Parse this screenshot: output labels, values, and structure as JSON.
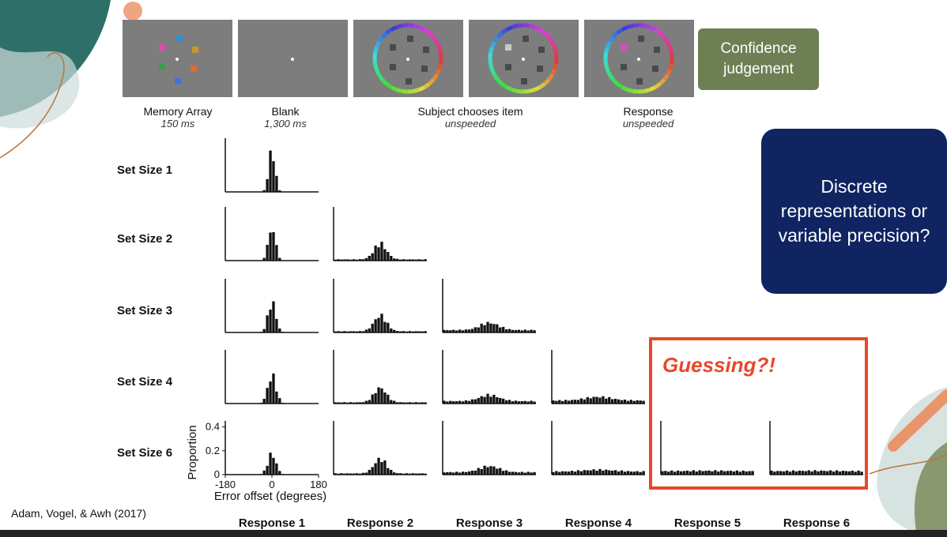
{
  "trial": {
    "frames": [
      {
        "label": "Memory Array",
        "duration": "150 ms"
      },
      {
        "label": "Blank",
        "duration": "1,300 ms"
      },
      {
        "label": "Subject chooses item",
        "duration": "unspeeded"
      },
      {
        "label": "Response",
        "duration": "unspeeded"
      }
    ],
    "stimulus_colors": [
      "#d94bb5",
      "#2f8fcf",
      "#c9962a",
      "#3f9a4f",
      "#e06a2e",
      "#4c6fd6"
    ]
  },
  "confidence_box": {
    "text": "Confidence judgement",
    "color": "#6f7f54"
  },
  "question_box": {
    "text": "Discrete representations or variable precision?",
    "color": "#0f2461"
  },
  "guessing": {
    "text": "Guessing?!",
    "color": "#e8482c"
  },
  "citation": "Adam, Vogel, & Awh (2017)",
  "chart_data": {
    "type": "bar",
    "row_labels": [
      "Set Size 1",
      "Set Size 2",
      "Set Size 3",
      "Set Size 4",
      "Set Size 6"
    ],
    "col_labels": [
      "Response 1",
      "Response 2",
      "Response 3",
      "Response 4",
      "Response 5",
      "Response 6"
    ],
    "xlabel": "Error offset (degrees)",
    "ylabel": "Proportion",
    "x_ticks": [
      "-180",
      "0",
      "180"
    ],
    "y_ticks": [
      "0",
      "0.2",
      "0.4"
    ],
    "xlim": [
      -180,
      180
    ],
    "ylim": [
      0,
      0.45
    ],
    "bin_width_deg": 12,
    "panels": [
      {
        "set_size": 1,
        "response": 1,
        "sd": 12,
        "guess": 0.0,
        "peak": 0.35
      },
      {
        "set_size": 2,
        "response": 1,
        "sd": 14,
        "guess": 0.0,
        "peak": 0.27
      },
      {
        "set_size": 2,
        "response": 2,
        "sd": 24,
        "guess": 0.01,
        "peak": 0.13
      },
      {
        "set_size": 3,
        "response": 1,
        "sd": 15,
        "guess": 0.0,
        "peak": 0.25
      },
      {
        "set_size": 3,
        "response": 2,
        "sd": 24,
        "guess": 0.01,
        "peak": 0.13
      },
      {
        "set_size": 3,
        "response": 3,
        "sd": 36,
        "guess": 0.02,
        "peak": 0.06
      },
      {
        "set_size": 4,
        "response": 1,
        "sd": 16,
        "guess": 0.0,
        "peak": 0.23
      },
      {
        "set_size": 4,
        "response": 2,
        "sd": 24,
        "guess": 0.01,
        "peak": 0.12
      },
      {
        "set_size": 4,
        "response": 3,
        "sd": 38,
        "guess": 0.02,
        "peak": 0.05
      },
      {
        "set_size": 4,
        "response": 4,
        "sd": 50,
        "guess": 0.025,
        "peak": 0.03
      },
      {
        "set_size": 6,
        "response": 1,
        "sd": 16,
        "guess": 0.0,
        "peak": 0.17
      },
      {
        "set_size": 6,
        "response": 2,
        "sd": 24,
        "guess": 0.01,
        "peak": 0.12
      },
      {
        "set_size": 6,
        "response": 3,
        "sd": 38,
        "guess": 0.02,
        "peak": 0.05
      },
      {
        "set_size": 6,
        "response": 4,
        "sd": 60,
        "guess": 0.025,
        "peak": 0.015
      },
      {
        "set_size": 6,
        "response": 5,
        "sd": 90,
        "guess": 0.028,
        "peak": 0.004
      },
      {
        "set_size": 6,
        "response": 6,
        "sd": 90,
        "guess": 0.028,
        "peak": 0.004
      }
    ]
  }
}
